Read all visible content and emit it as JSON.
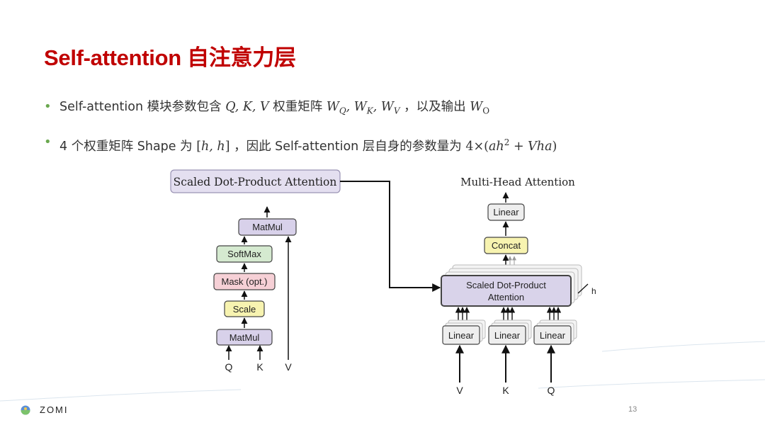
{
  "slide": {
    "title": "Self-attention 自注意力层",
    "page_number": "13"
  },
  "bullets": [
    {
      "pre": "Self-attention 模块参数包含 ",
      "mid": " 权重矩阵 ",
      "post": "，以及输出 "
    },
    {
      "pre": "4 个权重矩阵 Shape 为 ",
      "post": "，因此 Self-attention 层自身的参数量为 "
    }
  ],
  "footer": {
    "brand": "ZOMI"
  },
  "diagram": {
    "scaled_dot_product": {
      "title": "Scaled Dot-Product Attention",
      "blocks": [
        "MatMul",
        "SoftMax",
        "Mask (opt.)",
        "Scale",
        "MatMul"
      ],
      "inputs": [
        "Q",
        "K",
        "V"
      ]
    },
    "multi_head": {
      "title": "Multi-Head Attention",
      "top_linear": "Linear",
      "concat": "Concat",
      "attention_line1": "Scaled Dot-Product",
      "attention_line2": "Attention",
      "h_label": "h",
      "input_linear": "Linear",
      "inputs": [
        "V",
        "K",
        "Q"
      ]
    }
  },
  "colors": {
    "title": "#c00000",
    "bullet": "#6aa84f",
    "lavender": "#d9d3ea",
    "green": "#d5ead0",
    "pink": "#f6d0d6",
    "yellow": "#f7f3b0",
    "gray": "#eeeeee"
  }
}
